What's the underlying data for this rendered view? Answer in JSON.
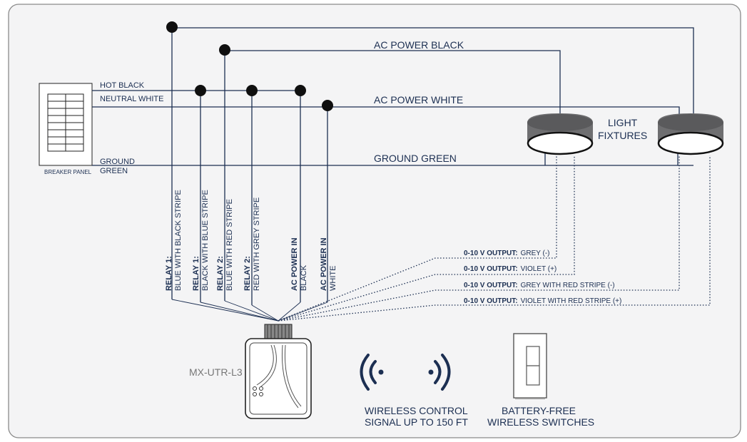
{
  "labels": {
    "ac_power_black": "AC POWER BLACK",
    "ac_power_white": "AC POWER WHITE",
    "ground_green": "GROUND GREEN",
    "hot_black": "HOT BLACK",
    "neutral_white": "NEUTRAL WHITE",
    "ground": "GROUND",
    "green": "GREEN",
    "breaker_panel": "BREAKER PANEL",
    "light": "LIGHT",
    "fixtures": "FIXTURES",
    "device_model": "MX-UTR-L3",
    "wireless_line1": "WIRELESS CONTROL",
    "wireless_line2": "SIGNAL UP TO 150 FT",
    "switch_line1": "BATTERY-FREE",
    "switch_line2": "WIRELESS SWITCHES"
  },
  "wires": [
    {
      "head": "RELAY 1:",
      "desc": "BLUE WITH BLACK STRIPE"
    },
    {
      "head": "RELAY 1:",
      "desc": "BLACK WITH BLUE STRIPE"
    },
    {
      "head": "RELAY 2:",
      "desc": "BLUE WITH RED STRIPE"
    },
    {
      "head": "RELAY 2:",
      "desc": "RED WITH GREY STRIPE"
    },
    {
      "head": "AC POWER IN",
      "desc": "BLACK"
    },
    {
      "head": "AC POWER IN",
      "desc": "WHITE"
    }
  ],
  "outputs": [
    {
      "head": "0-10 V OUTPUT:",
      "desc": "GREY (-)"
    },
    {
      "head": "0-10 V OUTPUT:",
      "desc": "VIOLET (+)"
    },
    {
      "head": "0-10 V OUTPUT:",
      "desc": "GREY WITH RED STRIPE (-)"
    },
    {
      "head": "0-10 V OUTPUT:",
      "desc": "VIOLET WITH RED STRIPE (+)"
    }
  ],
  "colors": {
    "line": "#1c2f52",
    "fixture": "#6e6e70",
    "text": "#1c2f52",
    "device_label": "#777777"
  }
}
